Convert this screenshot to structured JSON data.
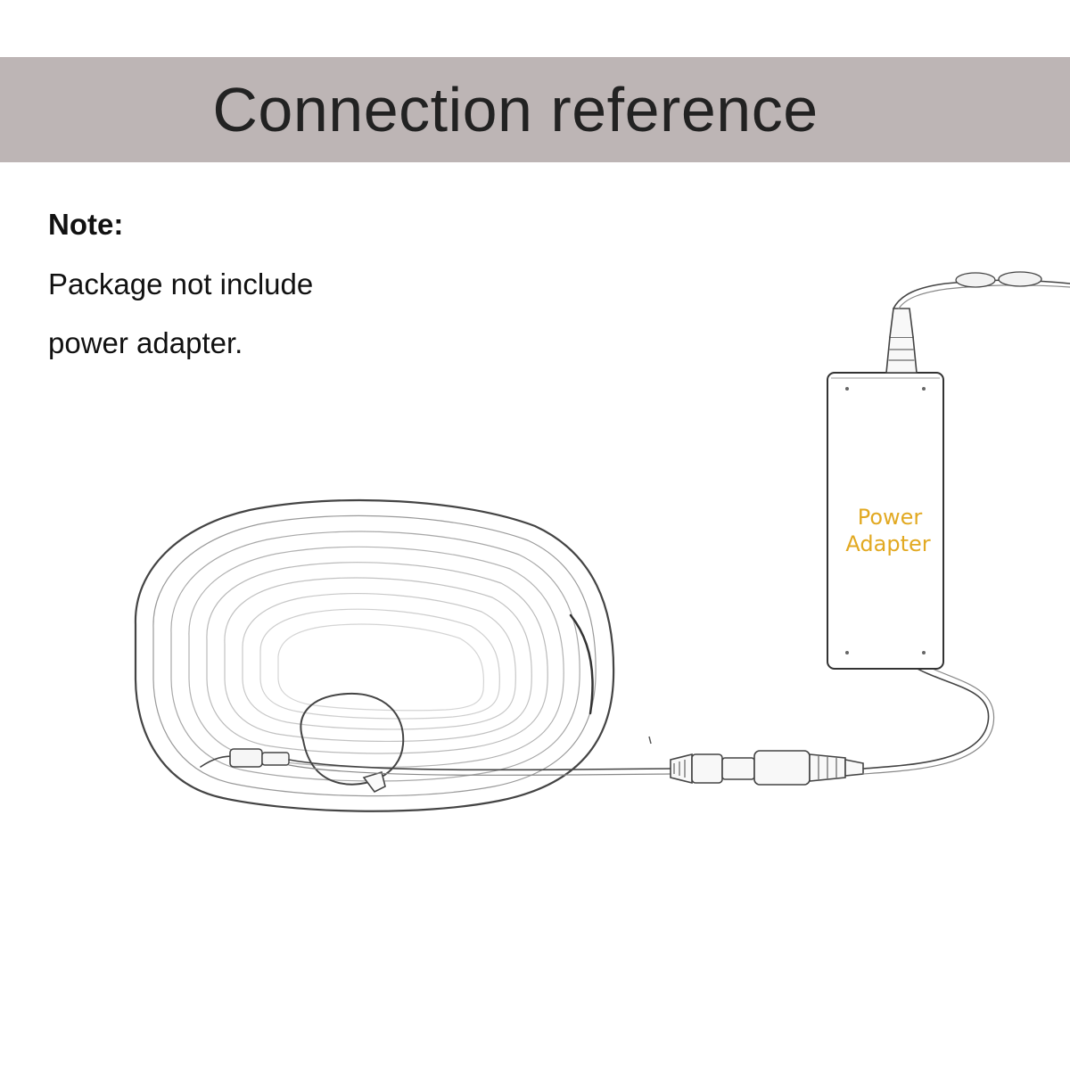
{
  "header": {
    "title": "Connection reference"
  },
  "note": {
    "heading": "Note:",
    "lines": [
      "Package not include",
      "power adapter."
    ]
  },
  "diagram": {
    "adapter_label_lines": [
      "Power",
      "Adapter"
    ],
    "adapter_label_color": "#e2a922",
    "header_band_color": "#bdb5b5",
    "line_color": "#333333",
    "icons": [
      "led-strip-coil-icon",
      "power-adapter-icon",
      "dc-connector-icon",
      "power-cord-icon"
    ]
  }
}
